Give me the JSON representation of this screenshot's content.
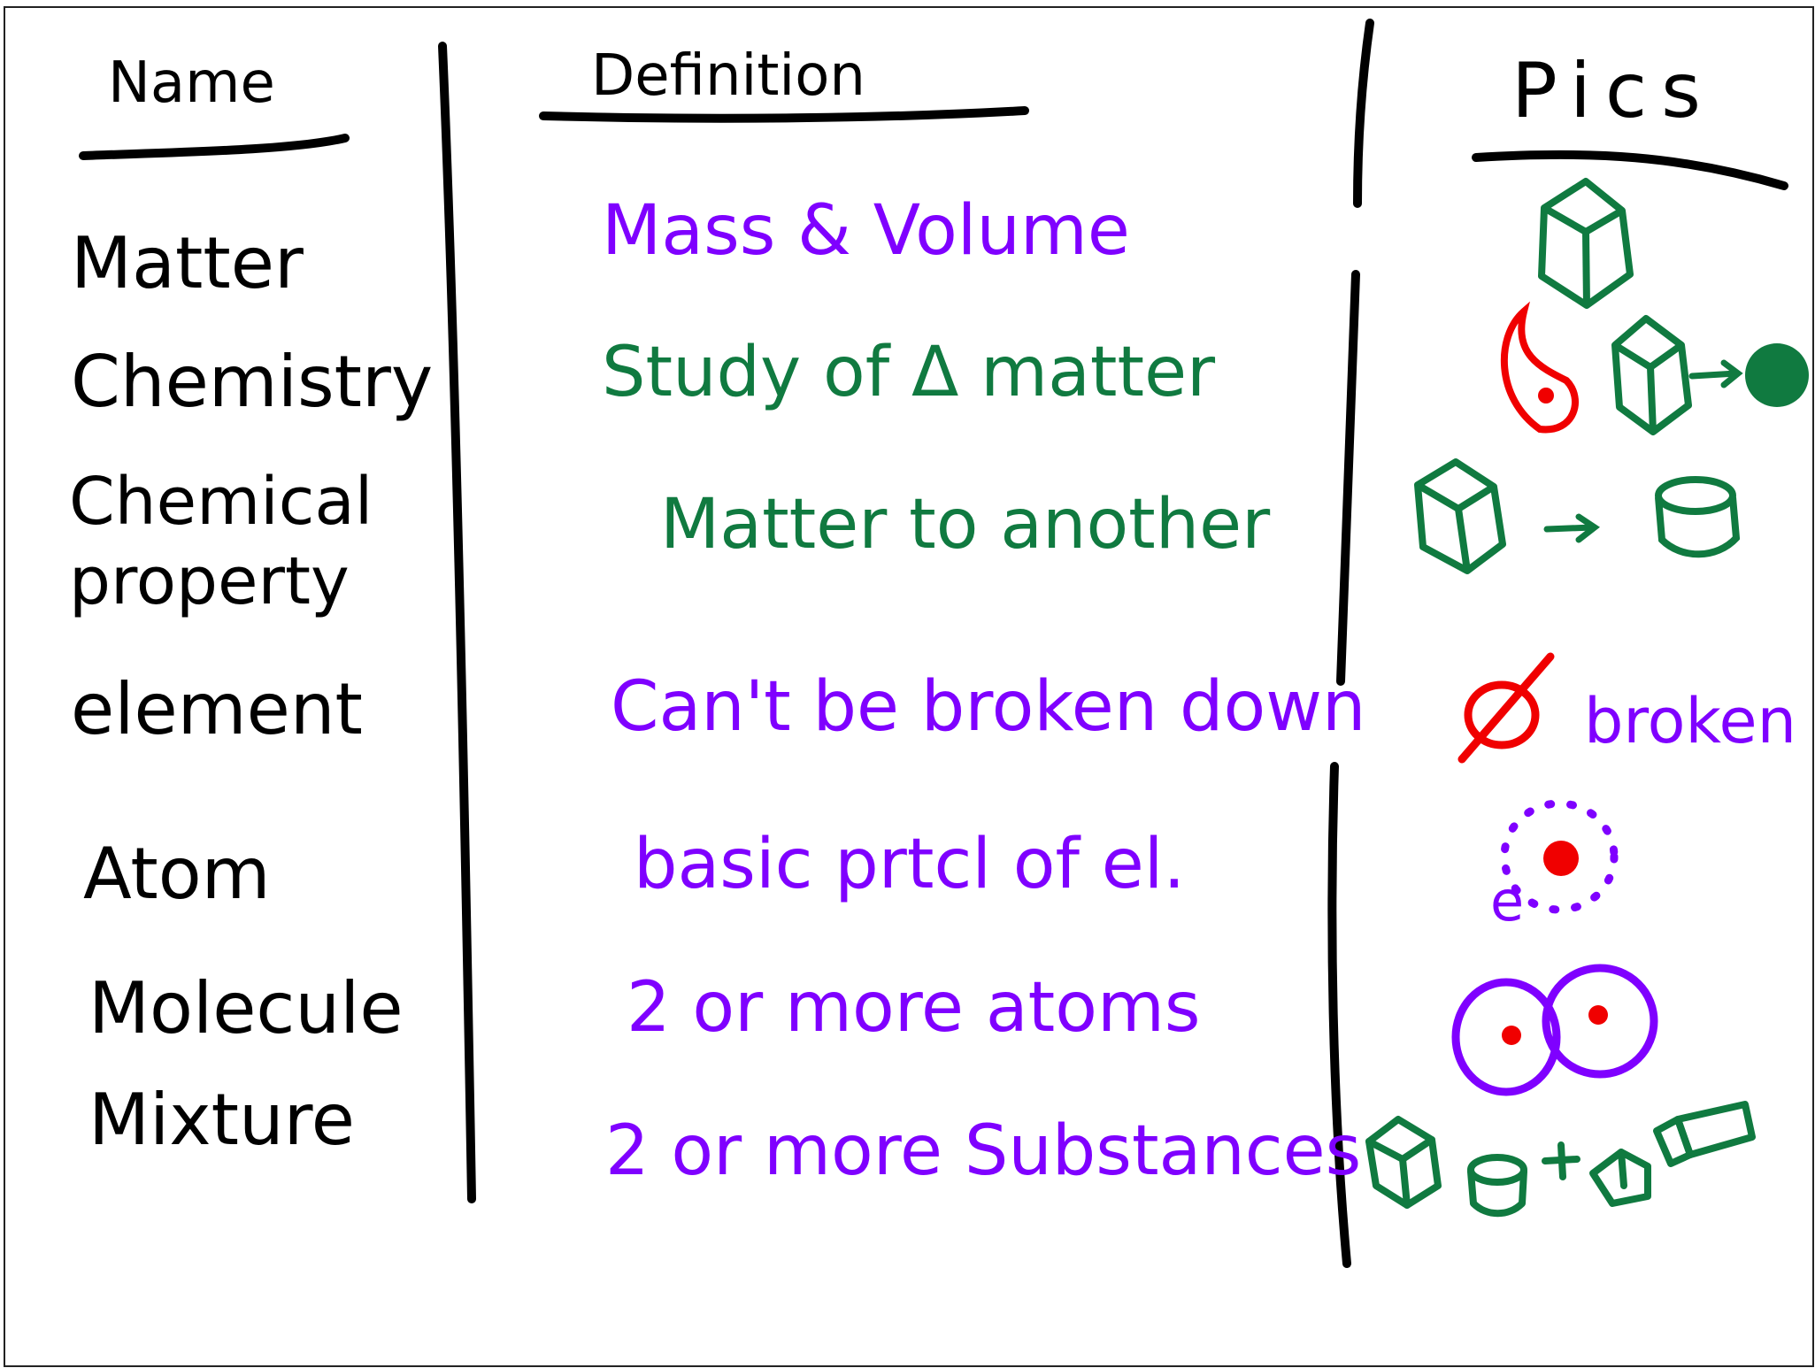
{
  "colors": {
    "ink": "#000000",
    "purple": "#7f00ff",
    "green": "#107a40",
    "red": "#f00000"
  },
  "headers": {
    "name": "Name",
    "definition": "Definition",
    "pics": "Pics"
  },
  "rows": [
    {
      "name": "Matter",
      "definition": "Mass & Volume",
      "def_color": "purple"
    },
    {
      "name": "Chemistry",
      "definition": "Study of Δ matter",
      "def_color": "green"
    },
    {
      "name": "Chemical property",
      "definition": "Matter to another",
      "def_color": "green"
    },
    {
      "name": "element",
      "definition": "Can't be broken down",
      "def_color": "purple"
    },
    {
      "name": "Atom",
      "definition": "basic prtcl of el.",
      "def_color": "purple"
    },
    {
      "name": "Molecule",
      "definition": "2 or more atoms",
      "def_color": "purple"
    },
    {
      "name": "Mixture",
      "definition": "2 or more Substances",
      "def_color": "purple"
    }
  ],
  "pics": {
    "element_label": "broken",
    "electron_label": "e"
  },
  "icons": [
    "cube-icon",
    "flame-icon",
    "arrow-icon",
    "ball-icon",
    "cylinder-icon",
    "no-symbol-icon",
    "atom-icon",
    "molecule-icon",
    "mixture-icon"
  ]
}
